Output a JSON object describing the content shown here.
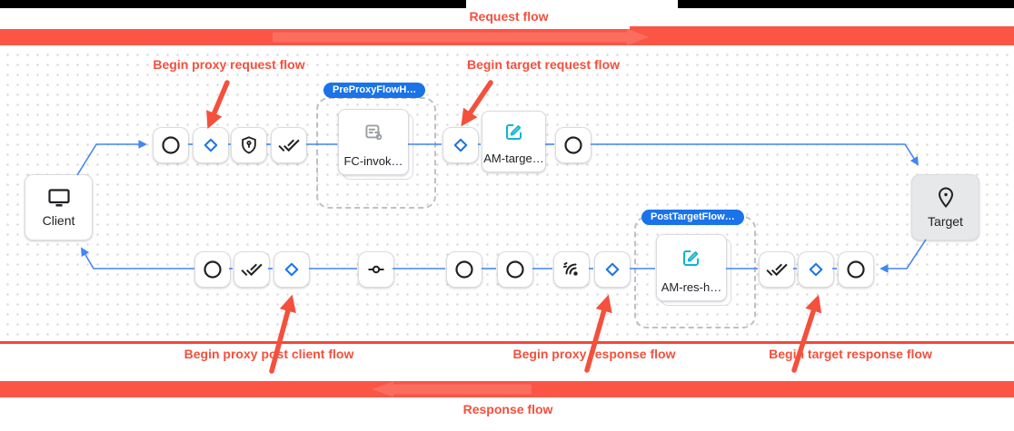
{
  "header": {
    "request_flow_label": "Request flow"
  },
  "footer": {
    "response_flow_label": "Response flow"
  },
  "annotations": {
    "begin_proxy_request": "Begin proxy request flow",
    "begin_target_request": "Begin target request flow",
    "begin_proxy_post_client": "Begin proxy post client flow",
    "begin_proxy_response": "Begin proxy response flow",
    "begin_target_response": "Begin target response flow"
  },
  "canvas": {
    "client_label": "Client",
    "target_label": "Target",
    "pre_proxy_group": {
      "badge": "PreProxyFlowH…",
      "step_label": "FC-invok…"
    },
    "post_target_group": {
      "badge": "PostTargetFlow…",
      "step_label": "AM-res-h…"
    },
    "target_request_step_label": "AM-targe…"
  },
  "colors": {
    "annotation_red": "#f4503c",
    "band_red": "#fb5545",
    "flow_blue": "#4285f4",
    "badge_blue": "#1a73e8",
    "step_icon_teal": "#12b5cb"
  }
}
